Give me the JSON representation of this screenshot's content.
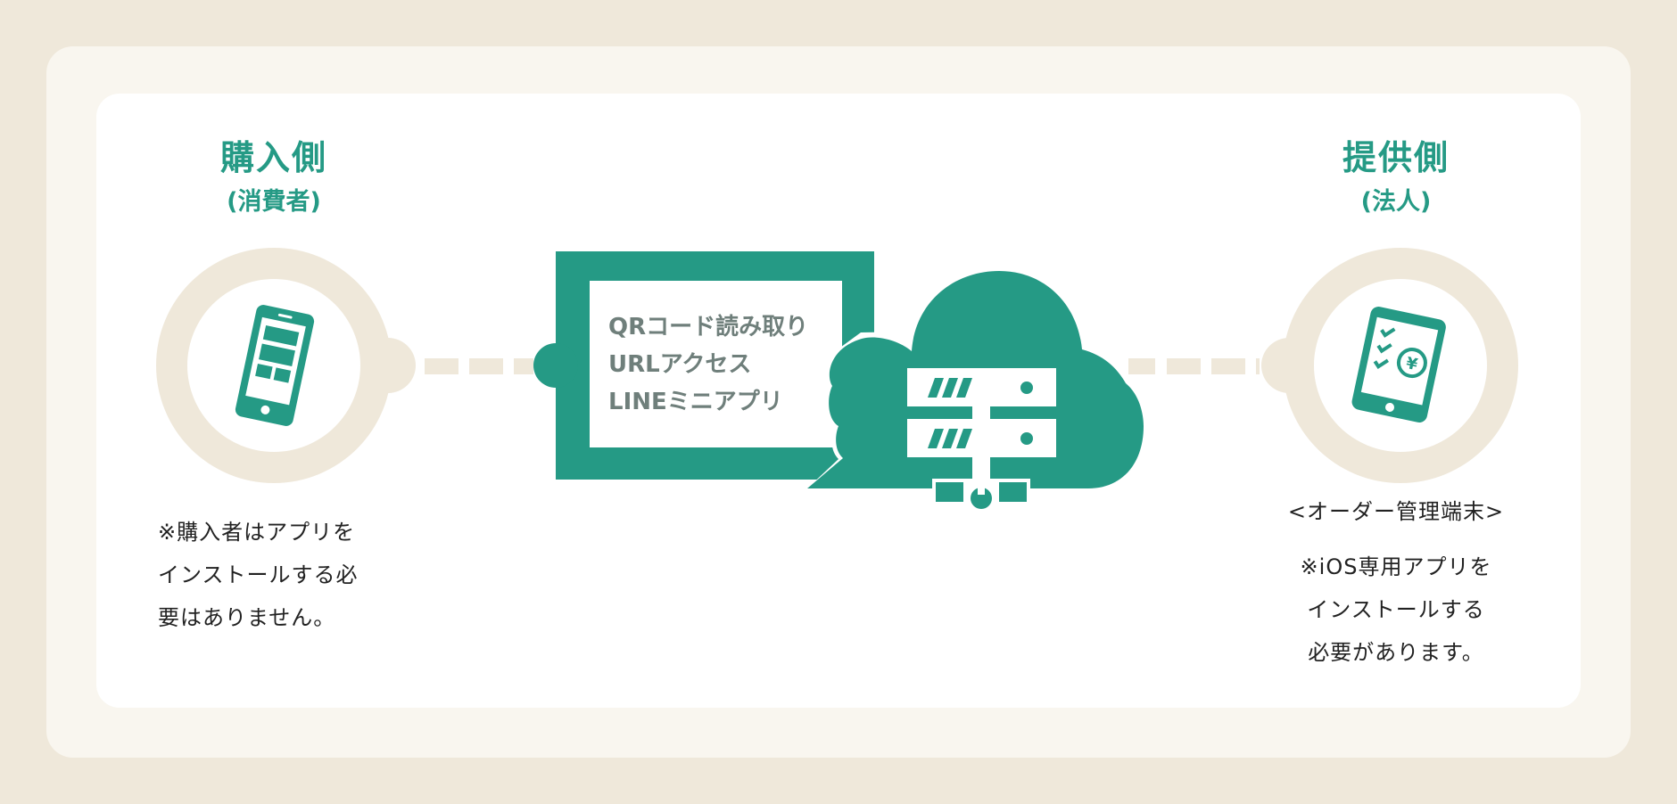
{
  "colors": {
    "accent": "#259a85",
    "beige": "#efe8da",
    "cream": "#f9f6ef",
    "card": "#ffffff",
    "box_text": "#6f7f7b"
  },
  "buyer": {
    "title": "購入側",
    "subtitle": "(消費者)",
    "icon": "smartphone-icon",
    "note_lines": [
      "※購入者はアプリを",
      "インストールする必",
      "要はありません。"
    ]
  },
  "center": {
    "methods": [
      "QRコード読み取り",
      "URLアクセス",
      "LINEミニアプリ"
    ],
    "icon": "cloud-server-icon"
  },
  "provider": {
    "title": "提供側",
    "subtitle": "(法人)",
    "icon": "tablet-checklist-yen-icon",
    "device_label": "<オーダー管理端末>",
    "note_lines": [
      "※iOS専用アプリを",
      "インストールする",
      "必要があります。"
    ]
  }
}
